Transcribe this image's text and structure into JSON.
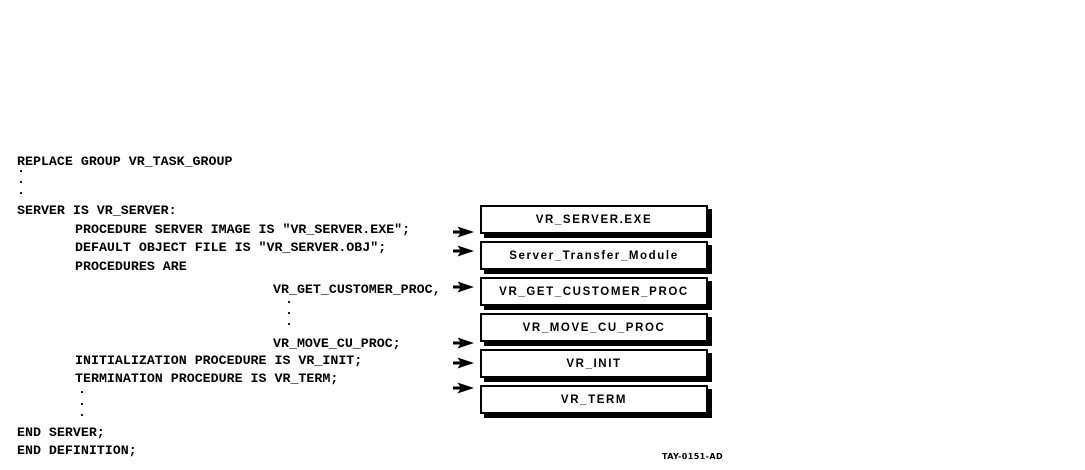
{
  "figure_tag": "TAY-0151-AD",
  "colors": {
    "ink": "#000000",
    "background": "#ffffff"
  },
  "icons": {
    "arrow": "right-arrowhead"
  },
  "code": {
    "lines": [
      {
        "text": "REPLACE GROUP VR_TASK_GROUP"
      },
      {
        "text": "."
      },
      {
        "text": "."
      },
      {
        "text": "."
      },
      {
        "text": "SERVER IS VR_SERVER:"
      },
      {
        "text": "PROCEDURE SERVER IMAGE IS \"VR_SERVER.EXE\";"
      },
      {
        "text": "DEFAULT OBJECT FILE IS \"VR_SERVER.OBJ\";"
      },
      {
        "text": "PROCEDURES ARE"
      },
      {
        "text": "VR_GET_CUSTOMER_PROC,"
      },
      {
        "text": "."
      },
      {
        "text": "."
      },
      {
        "text": "."
      },
      {
        "text": "VR_MOVE_CU_PROC;"
      },
      {
        "text": "INITIALIZATION PROCEDURE IS VR_INIT;"
      },
      {
        "text": "TERMINATION PROCEDURE IS VR_TERM;"
      },
      {
        "text": "."
      },
      {
        "text": "."
      },
      {
        "text": "."
      },
      {
        "text": "END SERVER;"
      },
      {
        "text": "END DEFINITION;"
      }
    ]
  },
  "modules": {
    "boxes": [
      {
        "label": "VR_SERVER.EXE"
      },
      {
        "label": "Server_Transfer_Module"
      },
      {
        "label": "VR_GET_CUSTOMER_PROC"
      },
      {
        "label": "VR_MOVE_CU_PROC"
      },
      {
        "label": "VR_INIT"
      },
      {
        "label": "VR_TERM"
      }
    ]
  }
}
